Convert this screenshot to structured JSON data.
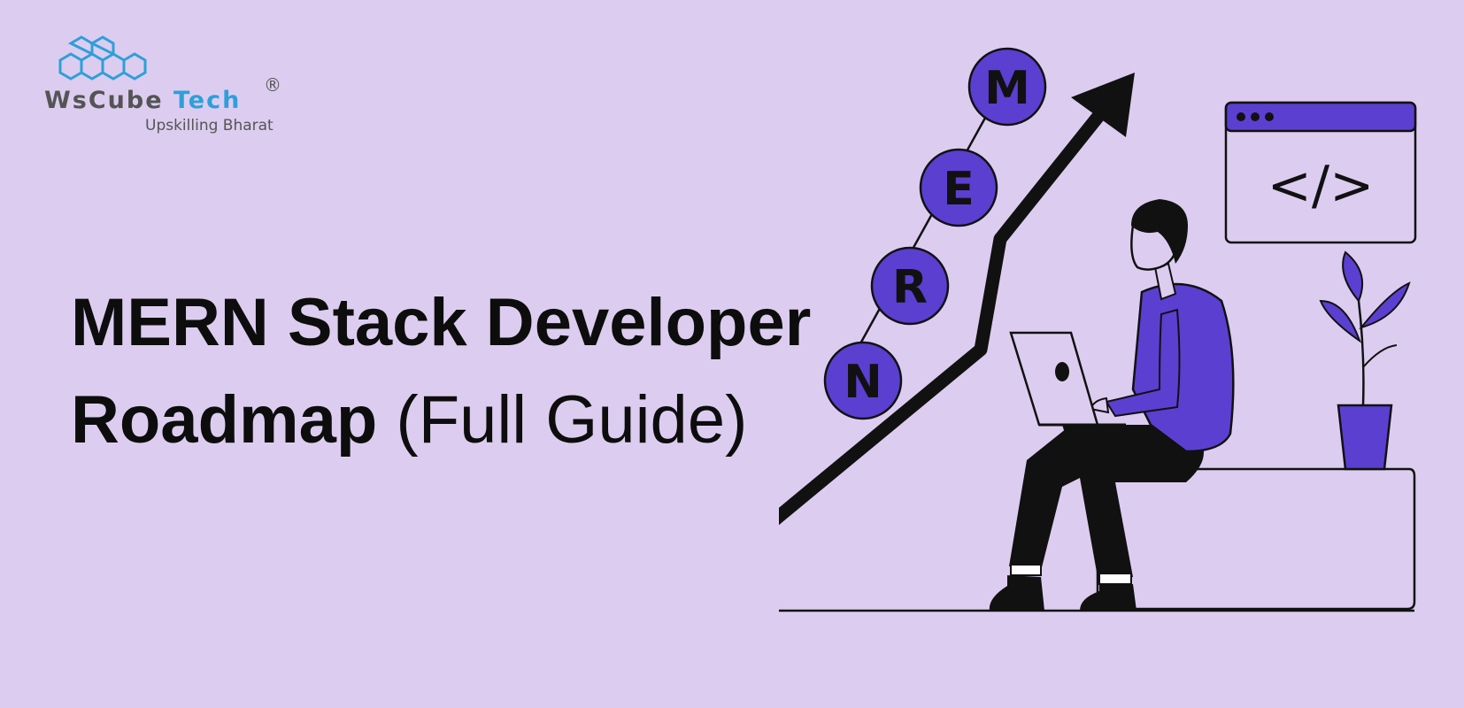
{
  "logo": {
    "brand_part1": "WsCube",
    "brand_part2": "Tech",
    "registered": "®",
    "tagline": "Upskilling Bharat"
  },
  "headline": {
    "line1": "MERN Stack Developer",
    "line2_bold": "Roadmap",
    "line2_light": "(Full Guide)"
  },
  "illustration": {
    "badges": [
      "M",
      "E",
      "R",
      "N"
    ],
    "code_symbol": "</>"
  },
  "colors": {
    "background": "#dccdf0",
    "accent_purple": "#5b3fd0",
    "logo_blue": "#2e9fda",
    "logo_gray": "#545454",
    "ink": "#111111"
  }
}
